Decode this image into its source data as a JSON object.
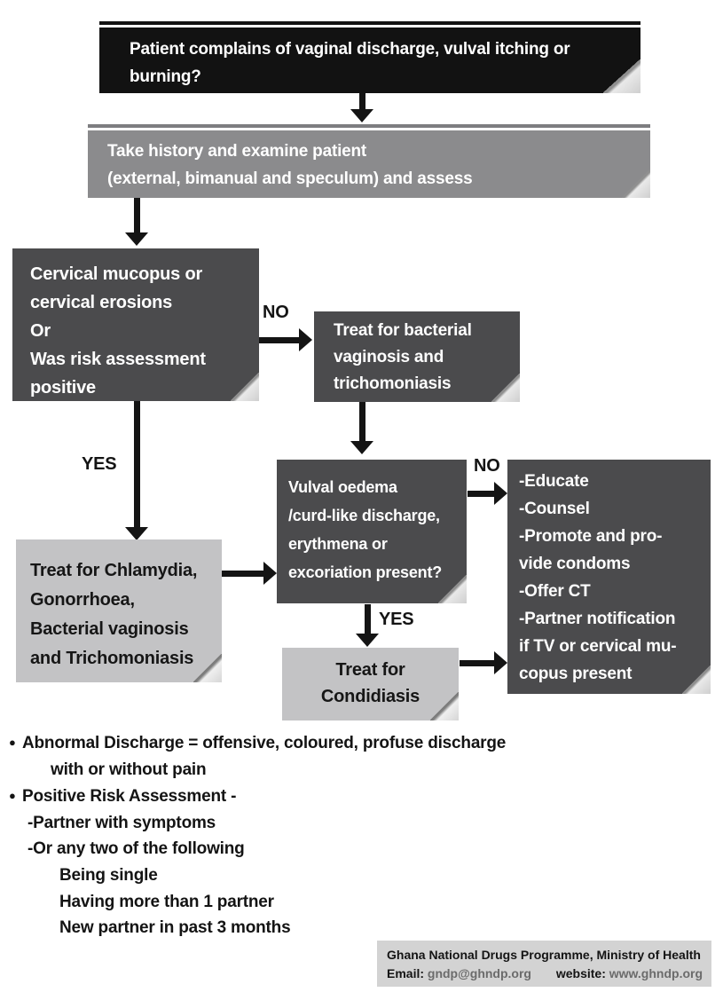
{
  "colors": {
    "black_box": "#121212",
    "mid_gray_box": "#8b8b8d",
    "dark_gray_box": "#4b4b4d",
    "light_gray_box": "#c3c3c5",
    "footer_bg": "#d3d3d3",
    "arrow": "#141414",
    "muted_text": "#6b6b6b"
  },
  "flow": {
    "start": {
      "lines": [
        "Patient complains of vaginal discharge, vulval itching or",
        "burning?"
      ]
    },
    "assess": {
      "lines": [
        "Take history and examine patient",
        "(external, bimanual and speculum) and assess"
      ]
    },
    "cervical": {
      "lines": [
        "Cervical mucopus or",
        "cervical erosions",
        "Or",
        "Was risk assessment",
        "positive"
      ]
    },
    "bacterial": {
      "lines": [
        "Treat for bacterial",
        "vaginosis and",
        "trichomoniasis"
      ]
    },
    "vulval": {
      "lines": [
        "Vulval oedema",
        "/curd-like discharge,",
        "erythmena or",
        "excoriation present?"
      ]
    },
    "educate": {
      "lines": [
        "-Educate",
        "-Counsel",
        "-Promote and pro-",
        "vide condoms",
        "-Offer CT",
        "-Partner notification",
        "if TV or cervical mu-",
        "copus present"
      ]
    },
    "chlamydia": {
      "lines": [
        "Treat for Chlamydia,",
        "Gonorrhoea,",
        "Bacterial vaginosis",
        "and Trichomoniasis"
      ]
    },
    "candidiasis": {
      "lines": [
        "Treat for",
        "Condidiasis"
      ]
    },
    "labels": {
      "no_cervical": "NO",
      "yes_cervical": "YES",
      "no_vulval": "NO",
      "yes_vulval": "YES"
    }
  },
  "notes": {
    "bullet": "●",
    "lines": [
      {
        "text": "Abnormal Discharge = offensive, coloured, profuse discharge"
      },
      {
        "text": "with or without pain"
      },
      {
        "text": "Positive Risk Assessment -"
      },
      {
        "text": "-Partner with symptoms"
      },
      {
        "text": "-Or any two of the following"
      },
      {
        "text": "Being single"
      },
      {
        "text": "Having more than 1 partner"
      },
      {
        "text": "New partner in past 3 months"
      }
    ]
  },
  "footer": {
    "line1": "Ghana National Drugs Programme, Ministry of Health",
    "email_label": "Email:",
    "email": "gndp@ghndp.org",
    "website_label": "website:",
    "website": "www.ghndp.org"
  }
}
